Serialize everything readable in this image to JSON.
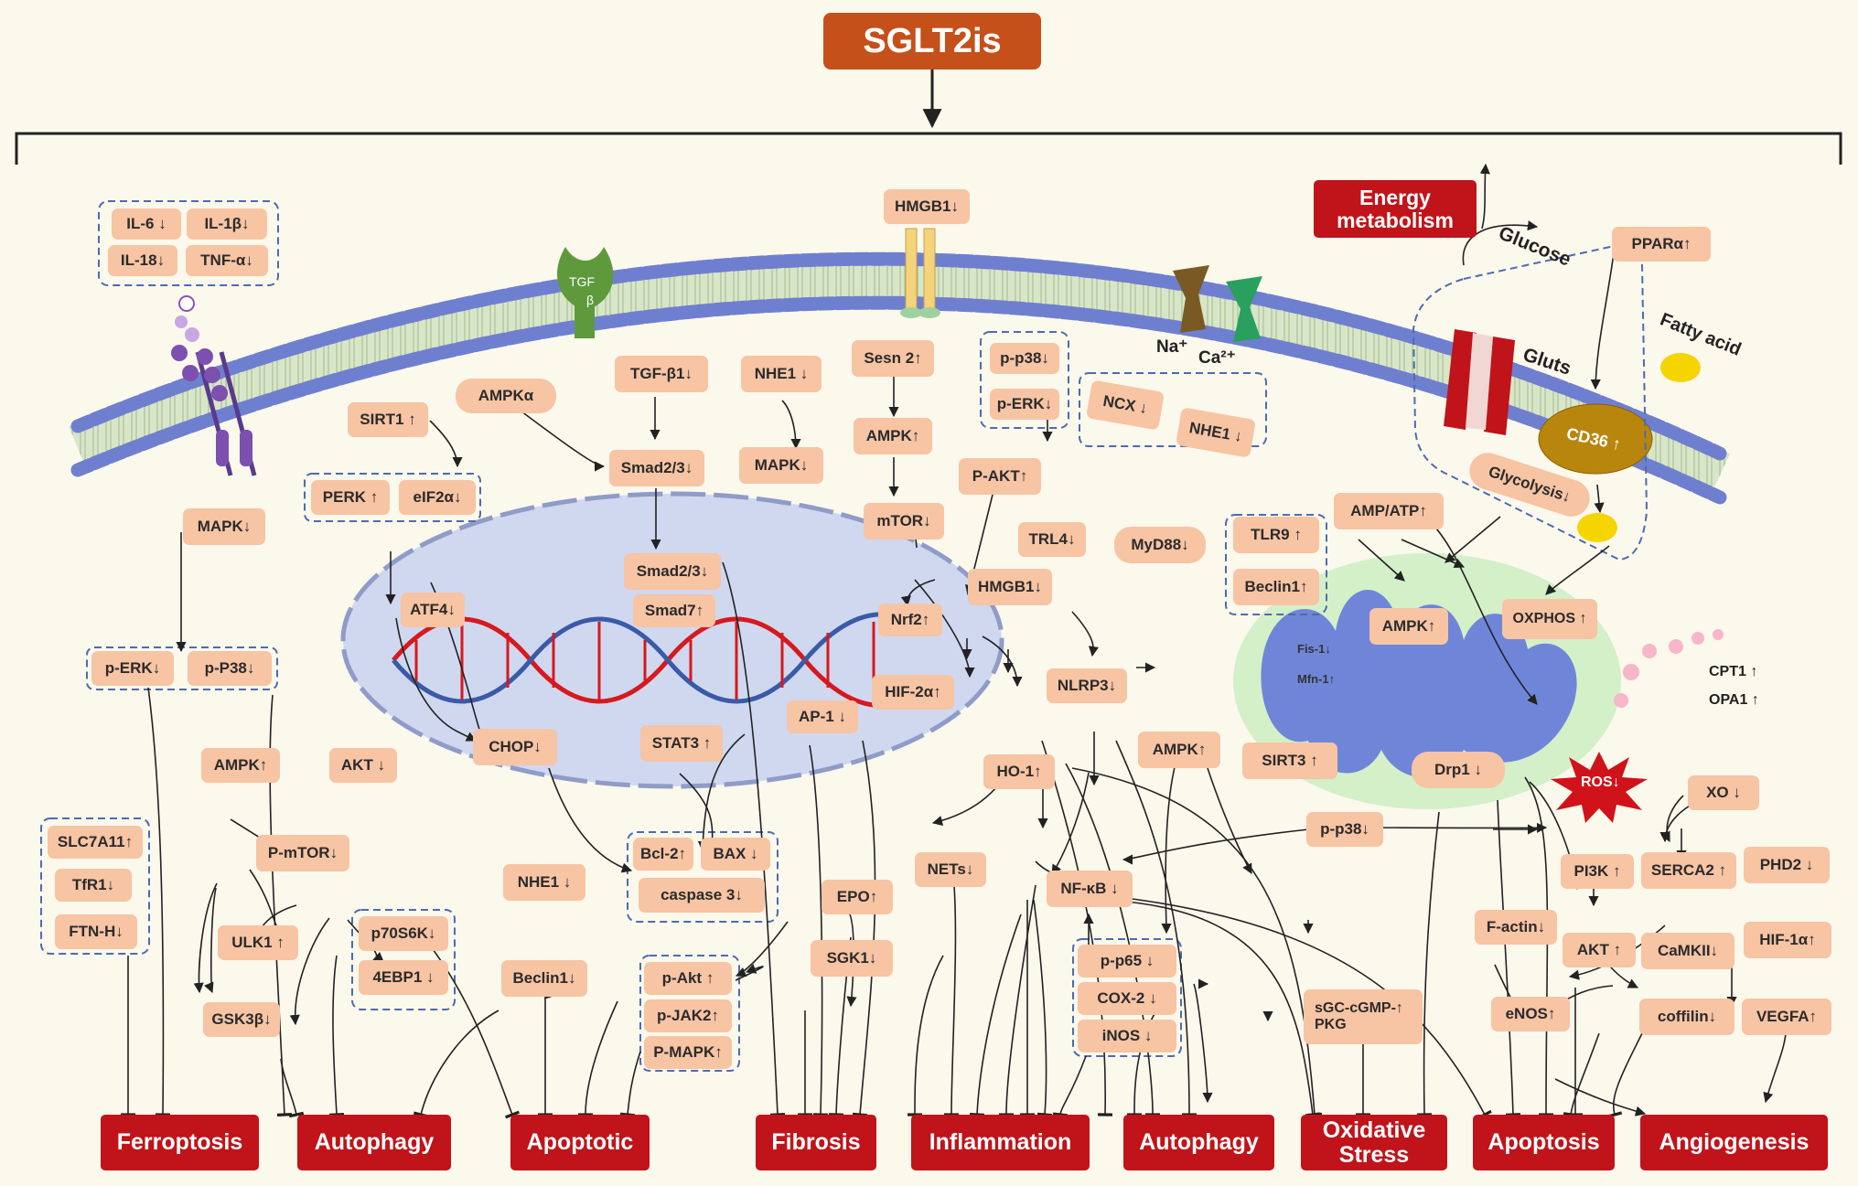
{
  "title": "SGLT2is",
  "energy_metabolism": "Energy metabolism",
  "labels": {
    "tgf": "TGF",
    "beta": "β",
    "na": "Na⁺",
    "ca": "Ca²⁺",
    "glucose": "Glucose",
    "gluts": "Gluts",
    "fatty_acid": "Fatty acid",
    "cd36": "CD36 ↑",
    "glycolysis": "Glycolysis↓",
    "fis": "Fis-1↓",
    "mfn": "Mfn-1↑",
    "cpt1": "CPT1  ↑",
    "opa1": "OPA1  ↑",
    "ros": "ROS↓"
  },
  "nodes": {
    "il6": "IL-6 ↓",
    "il1b": "IL-1β↓",
    "il18": "IL-18↓",
    "tnfa": "TNF-α↓",
    "hmgb1_top": "HMGB1↓",
    "ppara": "PPARα↑",
    "p_p38_a": "p-p38↓",
    "p_erk_a": "p-ERK↓",
    "ncx": "NCX ↓",
    "nhe1_b": "NHE1 ↓",
    "sesn2": "Sesn 2↑",
    "nhe1_a": "NHE1 ↓",
    "tgfb1": "TGF-β1↓",
    "ampka": "AMPKα",
    "sirt1": "SIRT1 ↑",
    "perk": "PERK ↑",
    "eif2a": "eIF2α↓",
    "smad23_a": "Smad2/3↓",
    "mapk_b": "MAPK↓",
    "ampk_a": "AMPK↑",
    "pakt_a": "P-AKT↑",
    "mtor": "mTOR↓",
    "trl4": "TRL4↓",
    "myd88": "MyD88↓",
    "tlr9": "TLR9 ↑",
    "beclin1_a": "Beclin1↑",
    "ampatp": "AMP/ATP↑",
    "mapk_a": "MAPK↓",
    "atf4": "ATF4↓",
    "smad23_b": "Smad2/3↓",
    "smad7": "Smad7↑",
    "hmgb1_b": "HMGB1↓",
    "nrf2": "Nrf2↑",
    "ampk_mito": "AMPK↑",
    "oxphos": "OXPHOS ↑",
    "p_erk_b": "p-ERK↓",
    "p_p38_b": "p-P38↓",
    "ap1": "AP-1 ↓",
    "hif2a": "HIF-2α↑",
    "nlrp3": "NLRP3↓",
    "chop": "CHOP↓",
    "stat3": "STAT3 ↑",
    "ampk_b": "AMPK↑",
    "akt_a": "AKT ↓",
    "ampk_c": "AMPK↑",
    "sirt3": "SIRT3 ↑",
    "drp1": "Drp1 ↓",
    "ho1": "HO-1↑",
    "xo": "XO ↓",
    "p_p38_c": "p-p38↓",
    "slc7a11": "SLC7A11↑",
    "tfr1": "TfR1↓",
    "ftnh": "FTN-H↓",
    "pmtor": "P-mTOR↓",
    "bcl2": "Bcl-2↑",
    "bax": "BAX ↓",
    "caspase3": "caspase 3↓",
    "nhe1_c": "NHE1 ↓",
    "nets": "NETs↓",
    "nfkb": "NF-κB ↓",
    "pi3k": "PI3K ↑",
    "serca2": "SERCA2 ↑",
    "phd2": "PHD2 ↓",
    "ulk1": "ULK1 ↑",
    "p70s6k": "p70S6K↓",
    "epo": "EPO↑",
    "factin": "F-actin↓",
    "akt_b": "AKT ↑",
    "camkii": "CaMKII↓",
    "hif1a": "HIF-1α↑",
    "ebp1": "4EBP1 ↓",
    "beclin1_b": "Beclin1↓",
    "pakt_b": "p-Akt ↑",
    "sgk1": "SGK1↓",
    "pp65": "p-p65 ↓",
    "cox2": "COX-2 ↓",
    "sgc": "sGC-cGMP-↑ PKG",
    "enos": "eNOS↑",
    "coffilin": "coffilin↓",
    "vegfa": "VEGFA↑",
    "gsk3b": "GSK3β↓",
    "pjak2": "p-JAK2↑",
    "pmapk": "P-MAPK↑",
    "inos": "iNOS ↓"
  },
  "outcomes": [
    "Ferroptosis",
    "Autophagy",
    "Apoptotic",
    "Fibrosis",
    "Inflammation",
    "Autophagy",
    "Oxidative Stress",
    "Apoptosis",
    "Angiogenesis"
  ],
  "colors": {
    "background": "#fbf8ec",
    "node": "#f7c4a4",
    "outcome": "#c0141a",
    "title": "#c5501a",
    "membrane_head": "#6f7fd0",
    "nucleus": "#cfd8ef",
    "mito_outer": "#d3f0c8",
    "mito_inner": "#6f86d8"
  }
}
